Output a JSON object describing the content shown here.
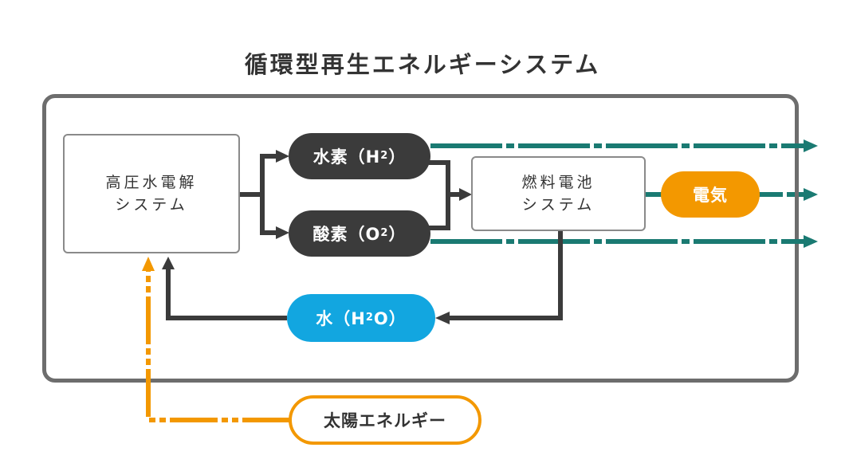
{
  "title": "循環型再生エネルギーシステム",
  "nodes": {
    "electrolysis": {
      "line1": "高圧水電解",
      "line2": "システム"
    },
    "hydrogen": {
      "prefix": "水素（H",
      "sub": "2",
      "suffix": "）"
    },
    "oxygen": {
      "prefix": "酸素（O",
      "sub": "2",
      "suffix": "）"
    },
    "fuel_cell": {
      "line1": "燃料電池",
      "line2": "システム"
    },
    "electricity": "電気",
    "water": {
      "prefix": "水（H",
      "sub": "2",
      "suffix": "O）"
    },
    "solar": "太陽エネルギー"
  },
  "colors": {
    "frame": "#6d6d6d",
    "dark_flow": "#3b3b3b",
    "teal_output": "#1a7a72",
    "water": "#12a6e0",
    "solar": "#f39800",
    "electricity": "#f39800"
  }
}
